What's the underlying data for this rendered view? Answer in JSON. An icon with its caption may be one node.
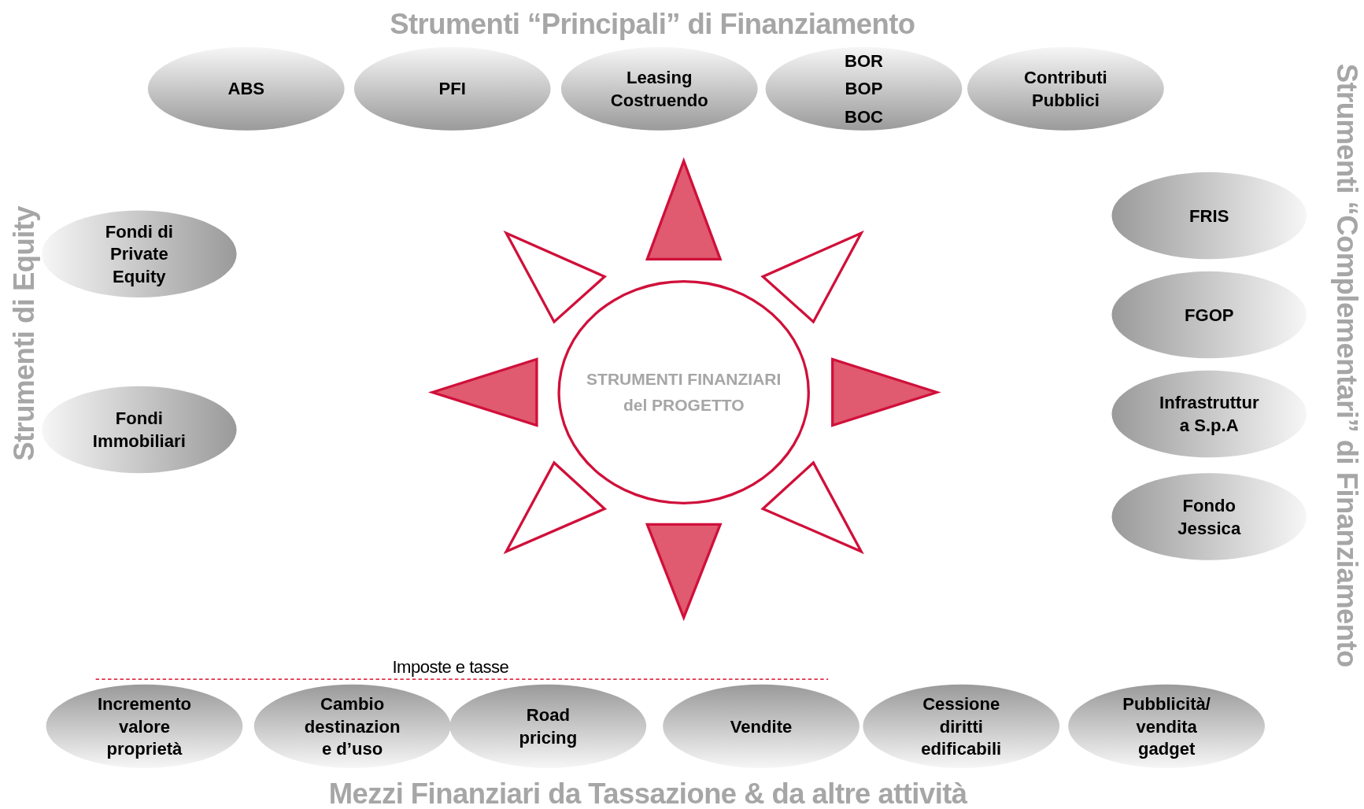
{
  "diagram": {
    "nodes": [
      {
        "text": [
          "ABS"
        ]
      },
      {
        "text": [
          "PFI"
        ]
      },
      {
        "text": [
          "Leasing Costruendo"
        ]
      },
      {
        "text": [
          "BOR BOP BOC"
        ]
      },
      {
        "text": [
          "Contributi Pubblici"
        ]
      },
      {
        "text": [
          "Fondi di Private Equity"
        ]
      },
      {
        "text": [
          "Fondi Immobiliari"
        ]
      },
      {
        "text": [
          "STRUMENTI FINANZIARI del PROGETTO"
        ]
      },
      {
        "text": [
          "FRIS"
        ]
      },
      {
        "text": [
          "FGOP"
        ]
      },
      {
        "text": [
          "Infrastruttur a S.p.A"
        ]
      },
      {
        "text": [
          "Fondo Jessica"
        ]
      },
      {
        "text": [
          "Incremento valore proprietà"
        ]
      },
      {
        "text": [
          "Cambio destinazion e d’uso"
        ]
      },
      {
        "text": [
          "Road pricing"
        ]
      },
      {
        "text": [
          "Vendite"
        ]
      },
      {
        "text": [
          "Cessione diritti edificabili"
        ]
      },
      {
        "text": [
          "Pubblicità/ vendita gadget"
        ]
      }
    ],
    "labels": [
      "Strumenti “Principali” di Finanziamento",
      "Strumenti di Equity",
      "Strumenti “Complementari” di Finanziamento",
      "Imposte e tasse",
      "Mezzi Finanziari da Tassazione & da altre attività"
    ]
  }
}
